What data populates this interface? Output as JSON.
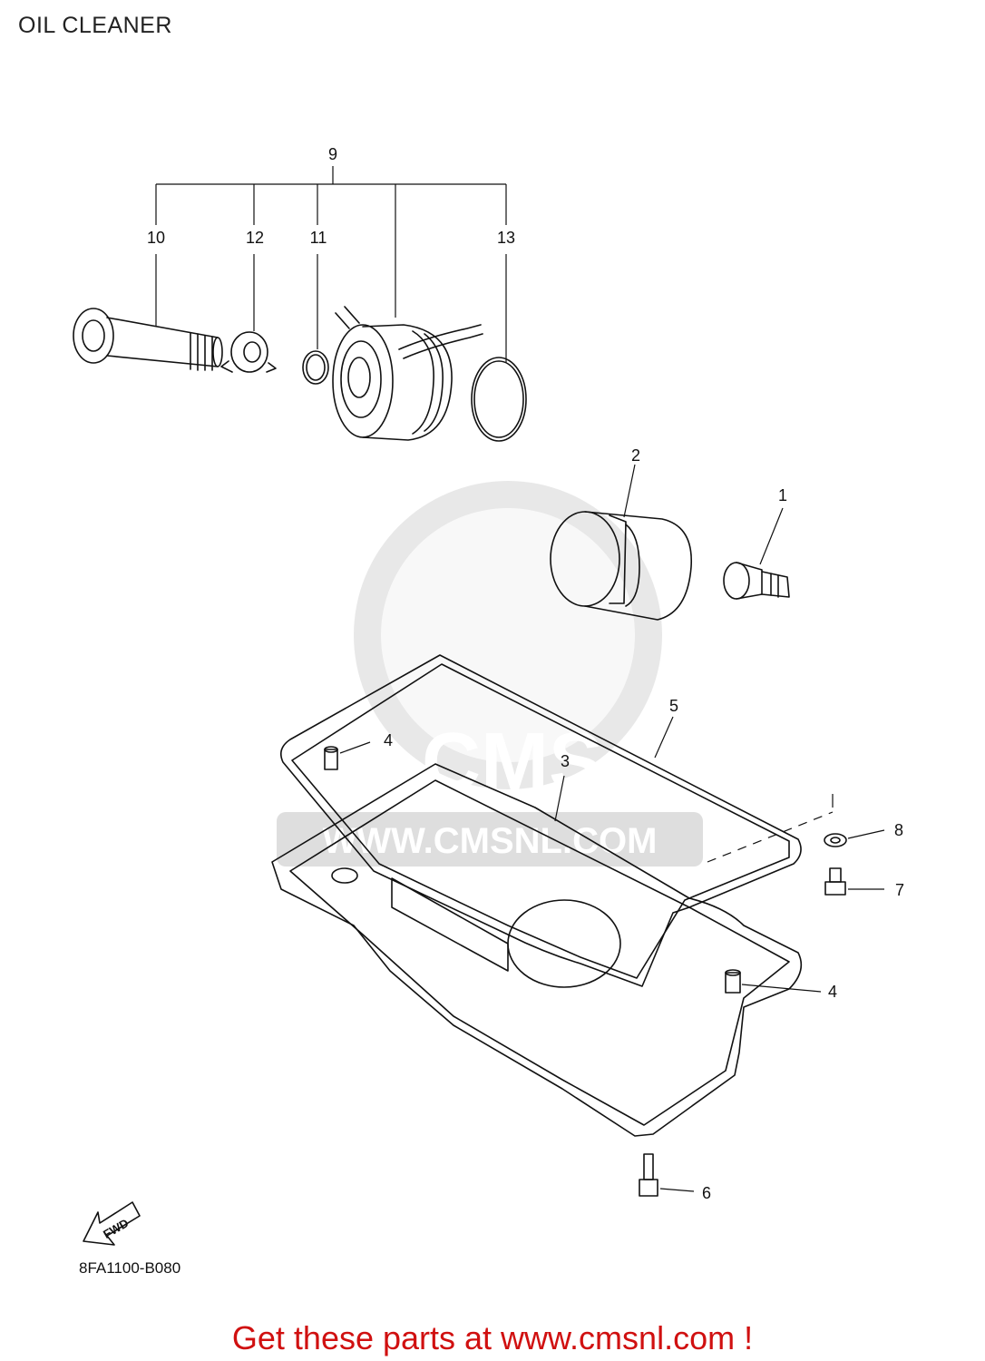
{
  "title": "OIL CLEANER",
  "diagram_code": "8FA1100-B080",
  "footer": "Get these parts at www.cmsnl.com !",
  "fwd_label": "FWD",
  "watermark": {
    "brand": "CMS",
    "url": "WWW.CMSNL.COM"
  },
  "callouts": {
    "c1": "1",
    "c2": "2",
    "c3": "3",
    "c4a": "4",
    "c4b": "4",
    "c5": "5",
    "c6": "6",
    "c7": "7",
    "c8": "8",
    "c9": "9",
    "c10": "10",
    "c11": "11",
    "c12": "12",
    "c13": "13"
  },
  "colors": {
    "footer": "#d01010",
    "lines": "#111111",
    "watermark": "#d6d6d6"
  }
}
